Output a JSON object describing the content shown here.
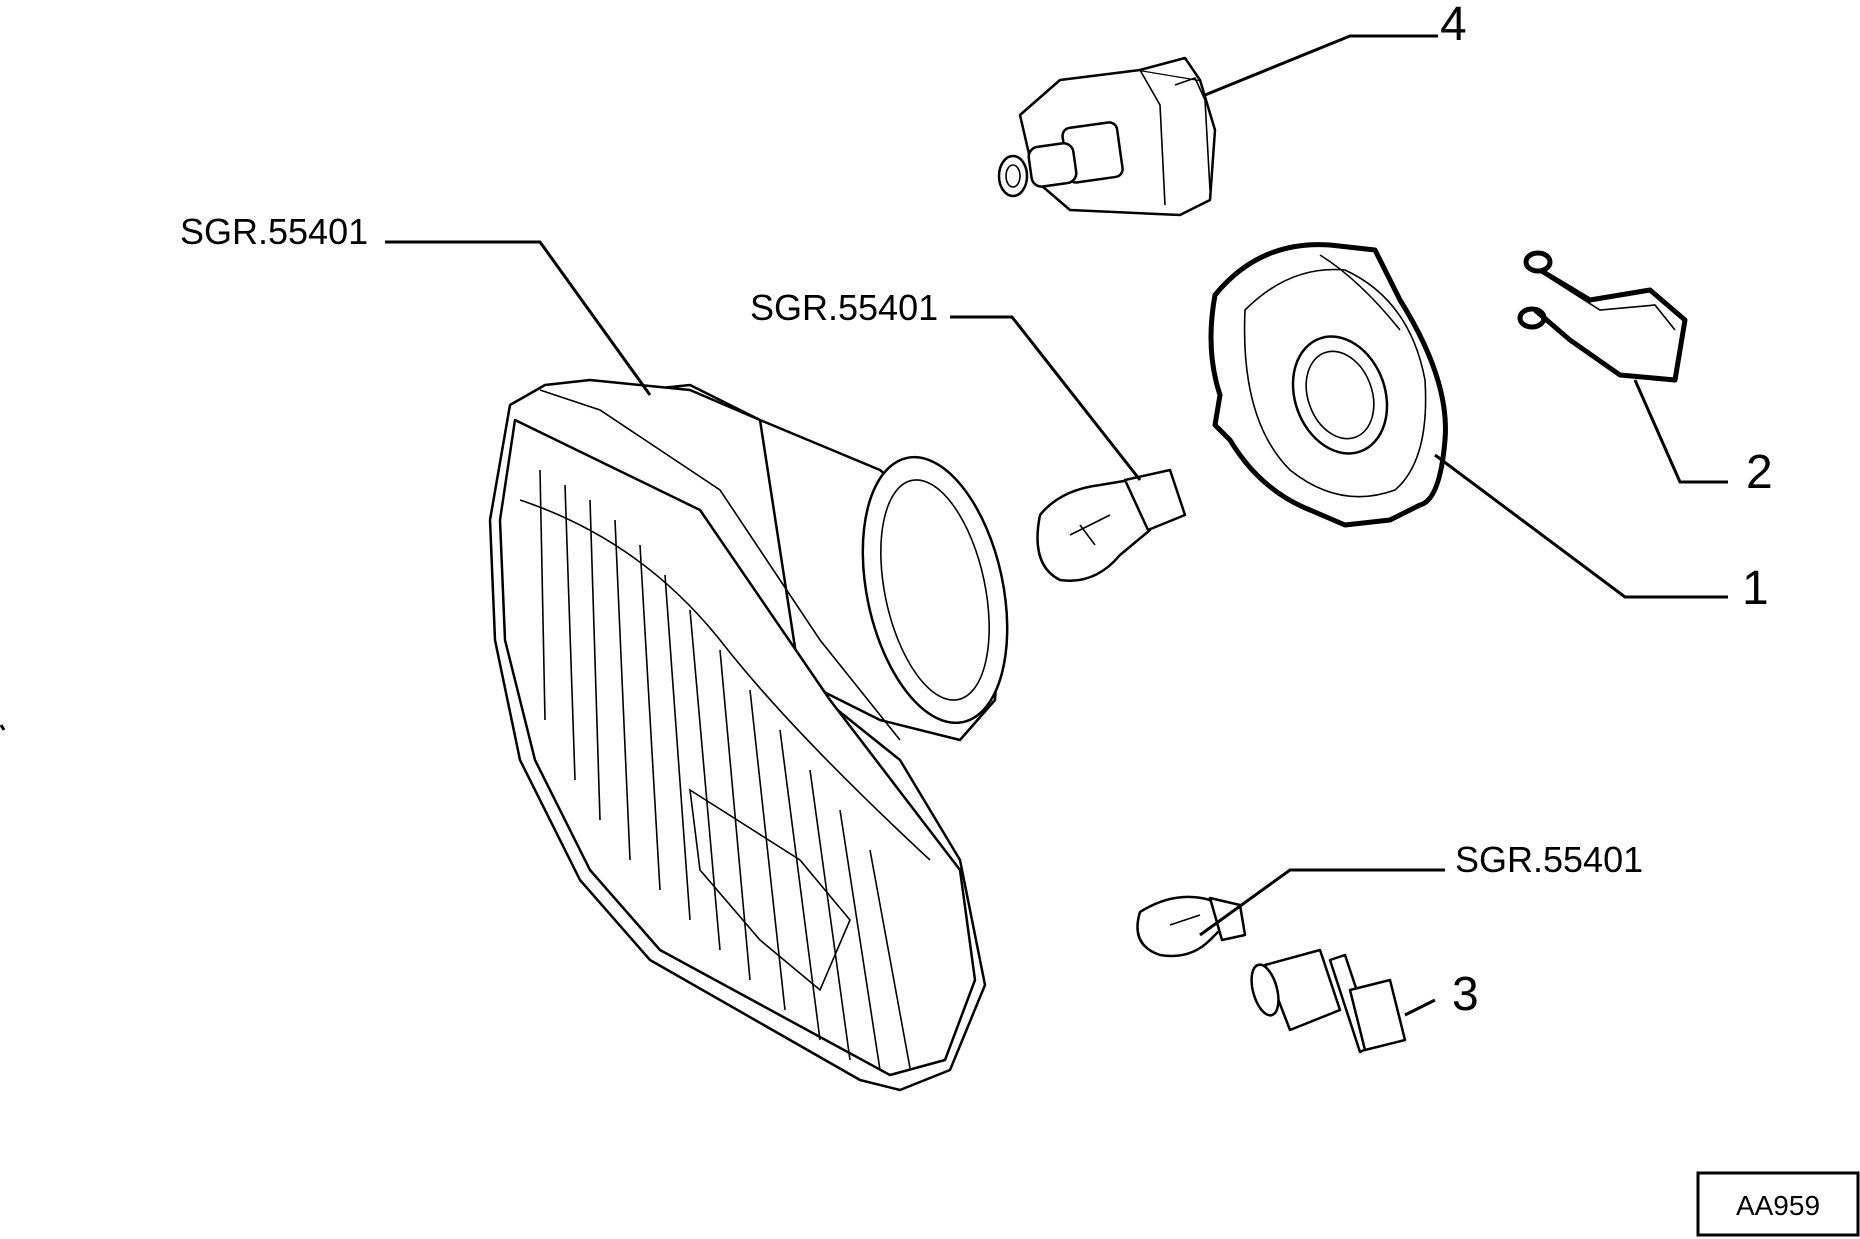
{
  "drawing_code": "AA959",
  "callouts": {
    "ref_headlamp": "SGR.55401",
    "ref_bulb_main": "SGR.55401",
    "ref_bulb_small": "SGR.55401",
    "part_1": "1",
    "part_2": "2",
    "part_3": "3",
    "part_4": "4"
  }
}
